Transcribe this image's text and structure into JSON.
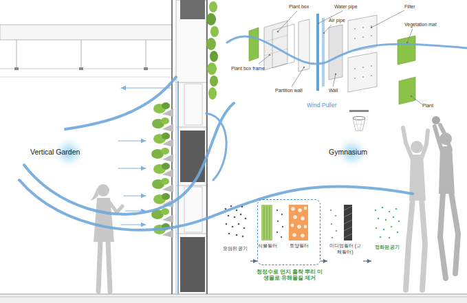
{
  "diagram": {
    "nodes": [
      {
        "text": [
          "오염된 공기"
        ]
      },
      {
        "text": [
          "식물필터",
          "토양필터",
          "청정수로 먼지 흡착 뿌리 미생물로 유해물질 제거"
        ]
      },
      {
        "text": [
          "미디엄필터 (교체필터)"
        ]
      },
      {
        "text": [
          "정화된 공기"
        ]
      }
    ],
    "edges": [
      {
        "from": 0,
        "to": 1,
        "arrow": "to"
      },
      {
        "from": 1,
        "to": 2,
        "arrow": "to"
      },
      {
        "from": 2,
        "to": 3,
        "arrow": "to"
      }
    ],
    "labels": [
      "Plant box",
      "Water pipe",
      "Air pipe",
      "Filter",
      "Vegetation mat",
      "Plant box frame",
      "Partition wall",
      "Wall",
      "Plant",
      "Wind Puller",
      "Vertical Garden",
      "Gymnasium"
    ]
  }
}
